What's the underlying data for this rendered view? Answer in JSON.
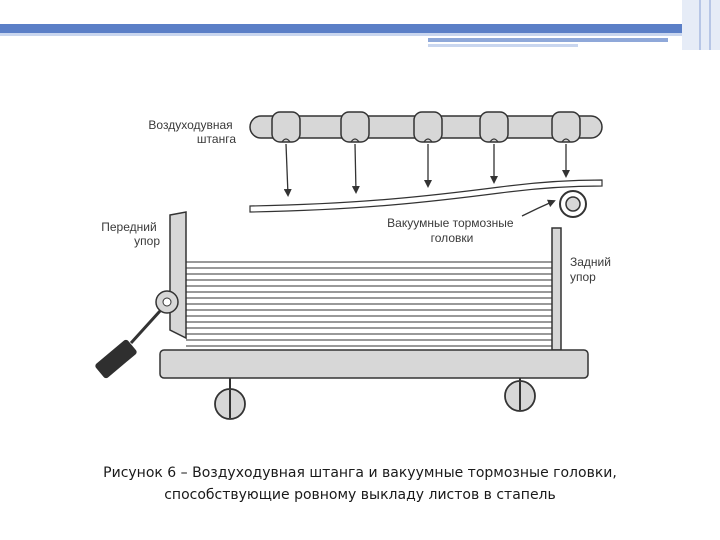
{
  "labels": {
    "air_bar_line1": "Воздуходувная",
    "air_bar_line2": "штанга",
    "front_stop_line1": "Передний",
    "front_stop_line2": "упор",
    "vacuum_heads_line1": "Вакуумные тормозные",
    "vacuum_heads_line2": "головки",
    "rear_stop_line1": "Задний",
    "rear_stop_line2": "упор"
  },
  "caption": {
    "line1": "Рисунок 6 – Воздуходувная штанга и вакуумные тормозные головки,",
    "line2": "способствующие ровному выкладу листов в стапель"
  },
  "colors": {
    "slide_accent": "#5b7fc7",
    "slide_accent_light": "#c9d6ef",
    "part_fill": "#d7d7d7",
    "ink": "#333333"
  }
}
